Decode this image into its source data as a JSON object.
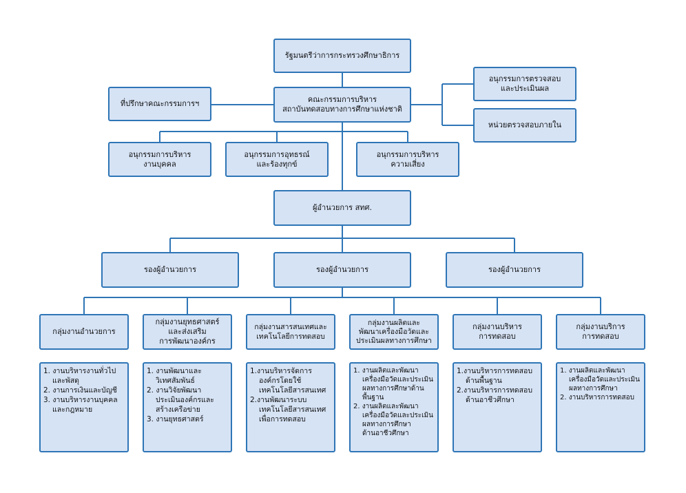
{
  "minister": "รัฐมนตรีว่าการกระทรวงศึกษาธิการ",
  "advisor": "ที่ปรึกษาคณะกรรมการฯ",
  "board": "คณะกรรมการบริหาร\nสถาบันทดสอบทางการศึกษาแห่งชาติ",
  "audit_committee": "อนุกรรมการตรวจสอบ\nและประเมินผล",
  "internal_audit": "หน่วยตรวจสอบภายใน",
  "subcommittees": [
    "อนุกรรมการบริหาร\nงานบุคคล",
    "อนุกรรมการอุทธรณ์\nและร้องทุกข์",
    "อนุกรรมการบริหาร\nความเสี่ยง"
  ],
  "director": "ผู้อำนวยการ สทศ.",
  "deputies": [
    "รองผู้อำนวยการ",
    "รองผู้อำนวยการ",
    "รองผู้อำนวยการ"
  ],
  "groups": [
    {
      "title": "กลุ่มงานอำนวยการ",
      "tasks": [
        "1. งานบริหารงานทั่วไป\nและพัสดุ",
        "2. งานการเงินและบัญชี",
        "3. งานบริหารงานบุคคล\nและกฎหมาย"
      ]
    },
    {
      "title": "กลุ่มงานยุทธศาสตร์\nและส่งเสริม\nการพัฒนาองค์กร",
      "tasks": [
        "1. งานพัฒนาและ\nวิเทศสัมพันธ์",
        "2. งานวิจัยพัฒนา\nประเมินองค์กรและ\nสร้างเครือข่าย",
        "3. งานยุทธศาสตร์"
      ]
    },
    {
      "title": "กลุ่มงานสารสนเทศและ\nเทคโนโลยีการทดสอบ",
      "tasks": [
        "1.งานบริหารจัดการ\nองค์กรโดยใช้\nเทคโนโลยีสารสนเทศ",
        "2.งานพัฒนาระบบ\nเทคโนโลยีสารสนเทศ\nเพื่อการทดสอบ"
      ]
    },
    {
      "title": "กลุ่มงานผลิตและ\nพัฒนาเครื่องมือวัดและ\nประเมินผลทางการศึกษา",
      "tasks": [
        "1. งานผลิตและพัฒนา\nเครื่องมือวัดและประเมิน\nผลทางการศึกษาด้าน\nพื้นฐาน",
        "2. งานผลิตและพัฒนา\nเครื่องมือวัดและประเมิน\nผลทางการศึกษา\nด้านอาชีวศึกษา"
      ]
    },
    {
      "title": "กลุ่มงานบริหาร\nการทดสอบ",
      "tasks": [
        "1.งานบริหารการทดสอบ\nด้านพื้นฐาน",
        "2.งานบริหารการทดสอบ\nด้านอาชีวศึกษา"
      ]
    },
    {
      "title": "กลุ่มงานบริการ\nการทดสอบ",
      "tasks": [
        "1. งานผลิตและพัฒนา\nเครื่องมือวัดและประเมิน\nผลทางการศึกษา",
        "2. งานบริหารการทดสอบ"
      ]
    }
  ],
  "colors": {
    "fill": "#d6e3f5",
    "border": "#2e75b6",
    "line": "#2e75b6"
  }
}
